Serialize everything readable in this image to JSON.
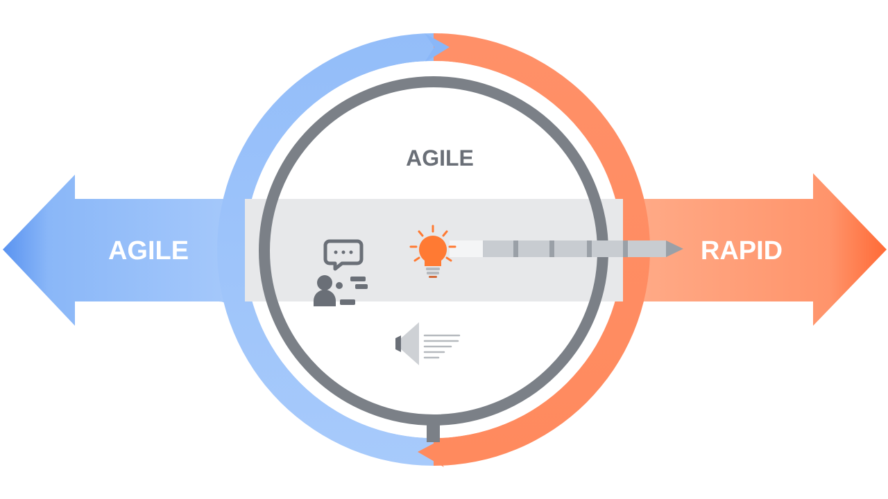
{
  "diagram": {
    "left_label": "AGILE",
    "right_label": "RAPID",
    "center_label": "AGILE"
  },
  "colors": {
    "blue_dark": "#5a93f0",
    "blue_light": "#9cc4fb",
    "orange_dark": "#ff6e3c",
    "orange_light": "#ff9f7a",
    "ring_gray": "#7b8087",
    "band_gray": "#e7e8ea",
    "icon_gray": "#6a6f77",
    "bulb_orange": "#ff7a33",
    "text_white": "#ffffff",
    "text_gray": "#6a6f77"
  },
  "icons": [
    "chat-bubble-icon",
    "person-speaking-icon",
    "lightbulb-icon",
    "megaphone-icon",
    "progress-track-icon"
  ]
}
